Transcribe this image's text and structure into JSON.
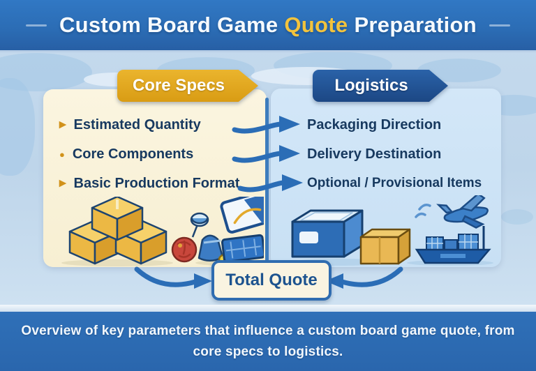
{
  "header": {
    "title_part1": "Custom Board Game",
    "title_highlight": "Quote",
    "title_part2": "Preparation"
  },
  "core_specs": {
    "header": "Core Specs",
    "items": [
      "Estimated Quantity",
      "Core Components",
      "Basic Production Format"
    ]
  },
  "logistics": {
    "header": "Logistics",
    "items": [
      "Packaging Direction",
      "Delivery Destination",
      "Optional / Provisional Items"
    ]
  },
  "total": {
    "label": "Total Quote"
  },
  "caption": {
    "line1": "Overview of key parameters that influence a custom board game quote, from",
    "line2": "core specs to logistics."
  },
  "icons": {
    "triangle_bullet": "▸",
    "circle_bullet": "●"
  },
  "illustrations": {
    "core_specs": [
      "cardboard-boxes",
      "red-die",
      "pin-pawn",
      "blue-pouch",
      "yellow-token",
      "cards",
      "game-board"
    ],
    "logistics": [
      "game-box",
      "carton-box",
      "cargo-ship",
      "airplane"
    ]
  },
  "colors": {
    "header_blue": "#2b6cb4",
    "footer_blue": "#2d6db4",
    "background_blue": "#c2d8ec",
    "panel_cream": "#faf3dc",
    "panel_blue": "#cfe4f6",
    "banner_gold": "#dd9f1b",
    "banner_navy": "#1f4e8c",
    "highlight_yellow": "#f2c33d",
    "text_navy": "#17395f",
    "arrow_blue": "#2b6db6",
    "divider_blue": "#3d7cbd",
    "total_border": "#2f6cb0",
    "total_fill": "#faf4e1"
  }
}
